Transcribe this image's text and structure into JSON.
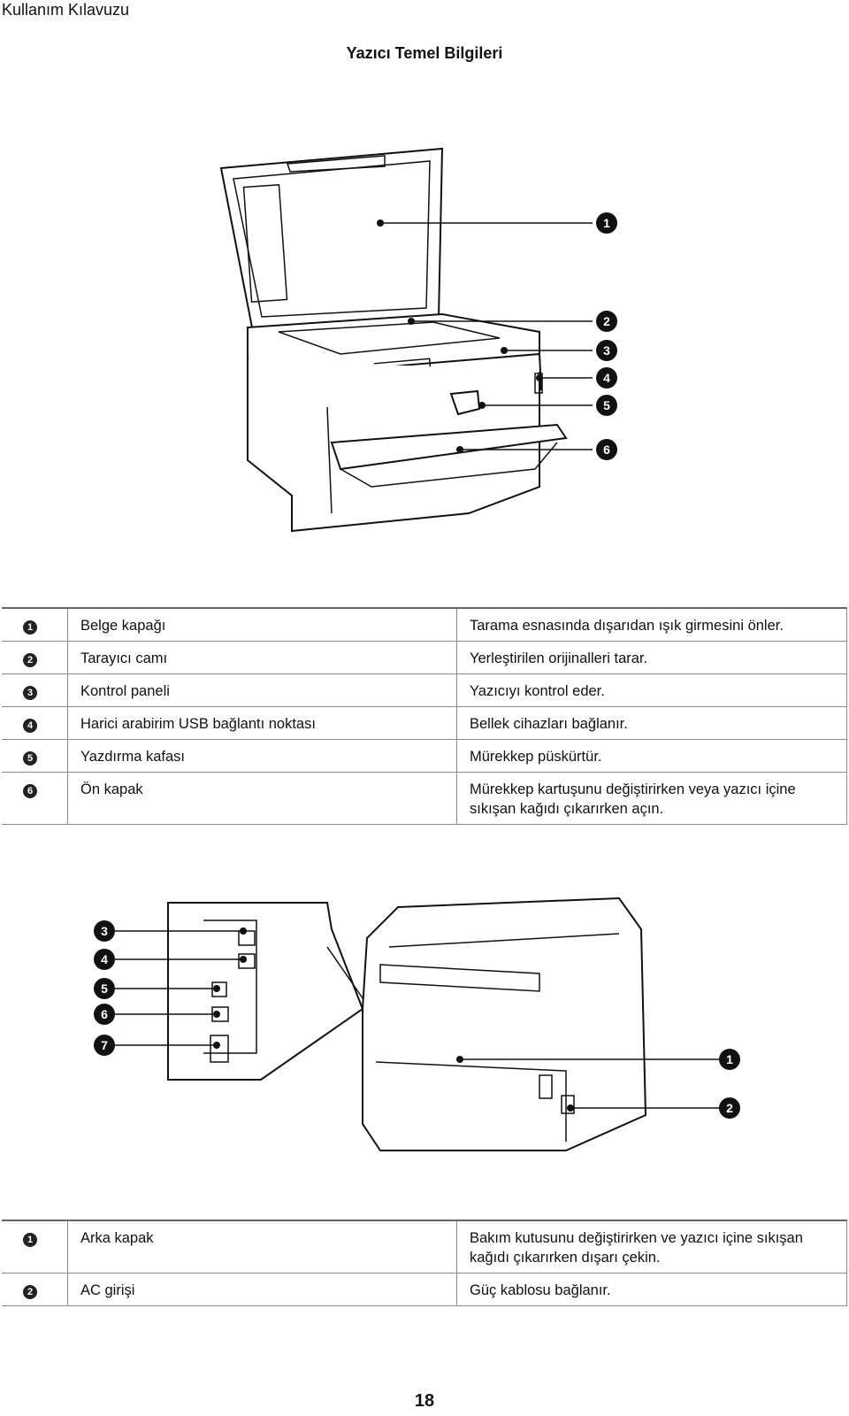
{
  "header": {
    "title": "Kullanım Kılavuzu"
  },
  "section": {
    "title": "Yazıcı Temel Bilgileri"
  },
  "front_view": {
    "callouts": [
      "1",
      "2",
      "3",
      "4",
      "5",
      "6"
    ],
    "parts": [
      {
        "num": "1",
        "name": "Belge kapağı",
        "desc": "Tarama esnasında dışarıdan ışık girmesini önler."
      },
      {
        "num": "2",
        "name": "Tarayıcı camı",
        "desc": "Yerleştirilen orijinalleri tarar."
      },
      {
        "num": "3",
        "name": "Kontrol paneli",
        "desc": "Yazıcıyı kontrol eder."
      },
      {
        "num": "4",
        "name": "Harici arabirim USB bağlantı noktası",
        "desc": "Bellek cihazları bağlanır."
      },
      {
        "num": "5",
        "name": "Yazdırma kafası",
        "desc": "Mürekkep püskürtür."
      },
      {
        "num": "6",
        "name": "Ön kapak",
        "desc": "Mürekkep kartuşunu değiştirirken veya yazıcı içine sıkışan kağıdı çıkarırken açın."
      }
    ]
  },
  "rear_view": {
    "callouts_port_panel": [
      "3",
      "4",
      "5",
      "6",
      "7"
    ],
    "callouts_body": [
      "1",
      "2"
    ],
    "parts": [
      {
        "num": "1",
        "name": "Arka kapak",
        "desc": "Bakım kutusunu değiştirirken ve yazıcı içine sıkışan kağıdı çıkarırken dışarı çekin."
      },
      {
        "num": "2",
        "name": "AC girişi",
        "desc": "Güç kablosu bağlanır."
      }
    ]
  },
  "footer": {
    "page_number": "18"
  }
}
